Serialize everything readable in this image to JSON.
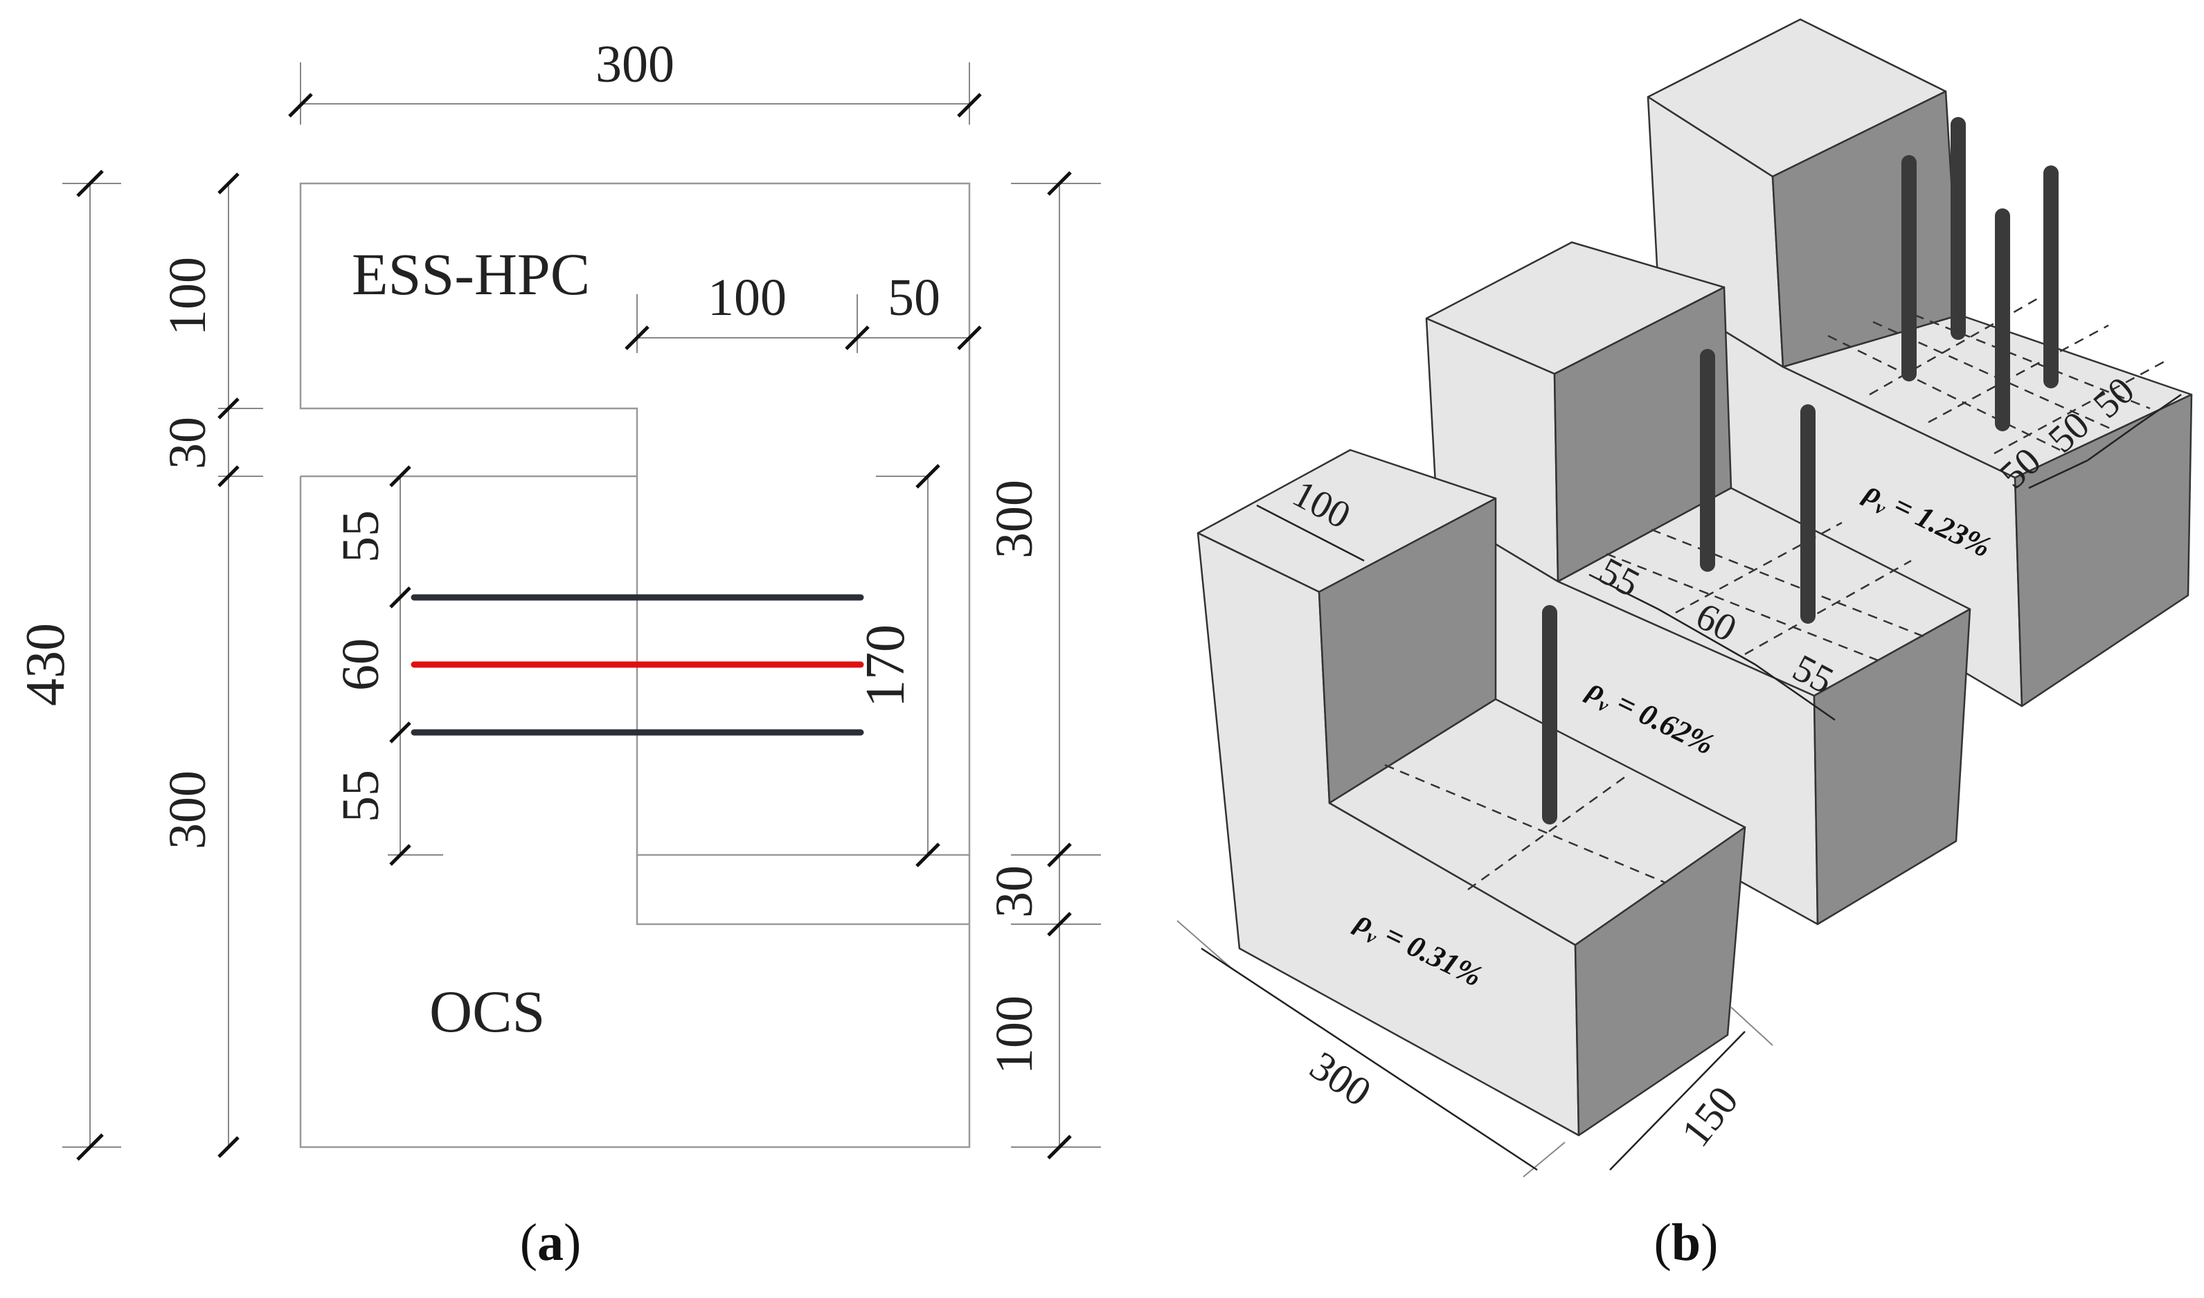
{
  "panel_a": {
    "material_top": "ESS-HPC",
    "material_bottom": "OCS",
    "dims": {
      "top_width": "300",
      "total_height": "430",
      "top_block": "100",
      "gap": "30",
      "lower_block": "300",
      "step_width": "100",
      "step_offset": "50",
      "bar_top_space": "55",
      "bar_middle_space": "60",
      "bar_bottom_space": "55",
      "bar_length": "170",
      "right_upper": "300",
      "right_gap": "30",
      "right_lower": "100"
    },
    "caption": "a",
    "colors": {
      "bar": "#2b2f36",
      "bar_highlight": "#e01010"
    }
  },
  "panel_b": {
    "specimens": [
      {
        "ratio": "0.31%",
        "dims": [
          "100",
          "300",
          "150"
        ]
      },
      {
        "ratio": "0.62%",
        "dims": [
          "55",
          "60",
          "55"
        ]
      },
      {
        "ratio": "1.23%",
        "dims": [
          "50",
          "50",
          "50"
        ]
      }
    ],
    "rho_symbol": "ρ",
    "rho_sub": "v",
    "caption": "b",
    "colors": {
      "face_light": "#e6e6e6",
      "face_mid": "#d6d6d6",
      "face_dark": "#8c8c8c",
      "bar": "#3a3a3a"
    }
  }
}
